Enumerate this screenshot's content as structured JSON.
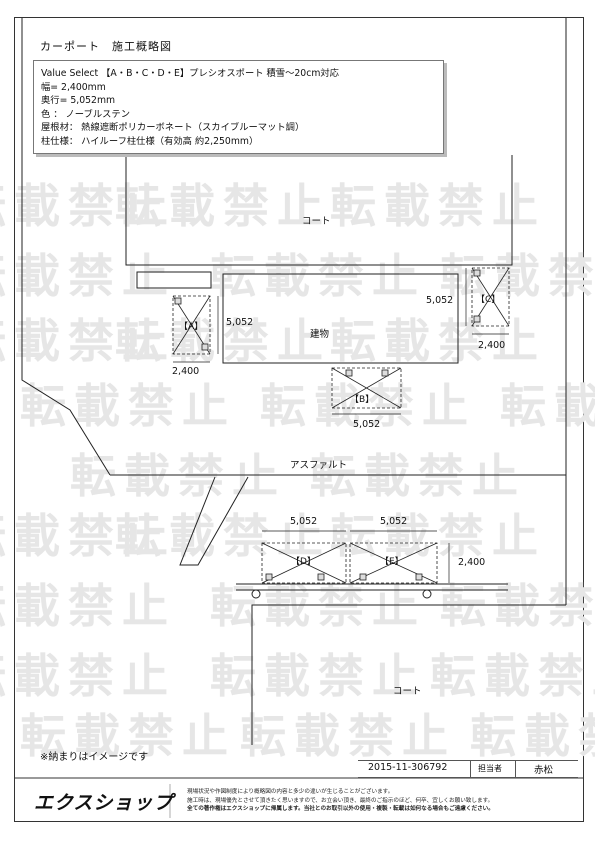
{
  "header": {
    "title": "カーポート　施工概略図"
  },
  "spec": {
    "lines": [
      "Value Select 【A・B・C・D・E】プレシオスポート 積雪～20cm対応",
      "幅= 2,400mm",
      "奥行= 5,052mm",
      "色 ： ノーブルステン",
      "屋根材： 熱線遮断ポリカーボネート（スカイブルーマット調）",
      "柱仕様： ハイルーフ柱仕様（有効高 約2,250mm）"
    ]
  },
  "labels": {
    "court_top": "コート",
    "court_bottom": "コート",
    "building": "建物",
    "asphalt": "アスファルト"
  },
  "carports": {
    "A": {
      "label": "【A】",
      "width": "2,400",
      "depth": "5,052"
    },
    "B": {
      "label": "【B】",
      "width": "5,052"
    },
    "C": {
      "label": "【C】",
      "width": "2,400",
      "depth": "5,052"
    },
    "D": {
      "label": "【D】",
      "width": "5,052"
    },
    "E": {
      "label": "【E】",
      "width": "5,052",
      "depth": "2,400"
    }
  },
  "watermark": {
    "text": "転載禁止"
  },
  "footer": {
    "note": "※納まりはイメージです",
    "doc_number": "2015-11-306792",
    "person_label": "担当者",
    "person": "赤松",
    "brand": "エクスショップ",
    "fine_lines": [
      "現場状況や作図制度により概略図の内容と多少の違いが生じることがございます。",
      "施工時は、現場優先とさせて頂きたく思いますので、お立会い頂き、最終のご指示のほど、何卒、宜しくお願い致します。",
      "全ての著作権はエクスショップに帰属します。当社とのお取引以外の使用・複製・転載は如何なる場合もご遠慮ください。"
    ]
  }
}
